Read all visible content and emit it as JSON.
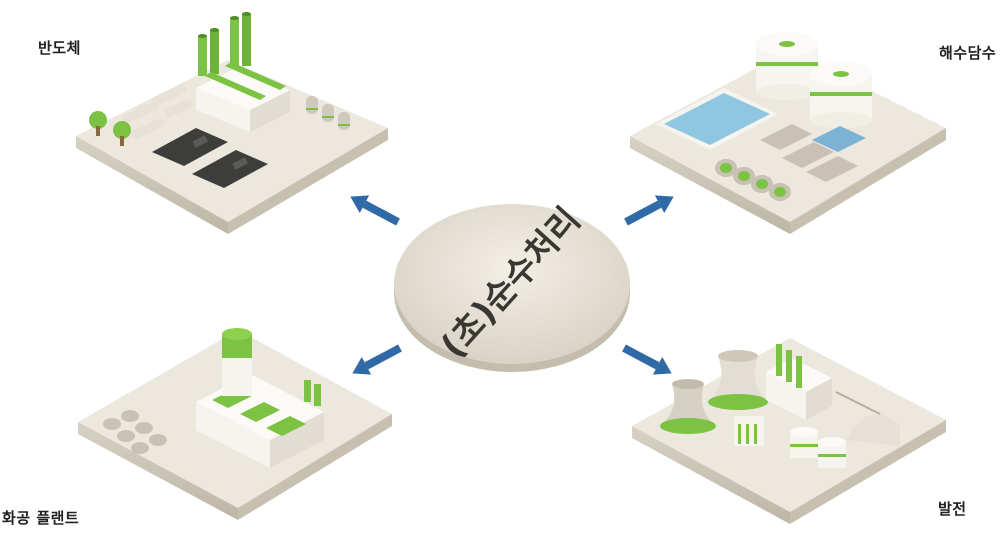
{
  "center": {
    "title": "(초)순수처리"
  },
  "plants": {
    "semiconductor": {
      "label": "반도체"
    },
    "desalination": {
      "label": "해수담수"
    },
    "chemical": {
      "label": "화공 플랜트"
    },
    "power": {
      "label": "발전"
    }
  },
  "colors": {
    "platform": "#ece8de",
    "platform_side": "#cfc9ba",
    "accent_green": "#7cc243",
    "arrow_blue": "#2f6aa6",
    "water_blue": "#8fc7e0",
    "machine_gray": "#c9c2b4"
  }
}
